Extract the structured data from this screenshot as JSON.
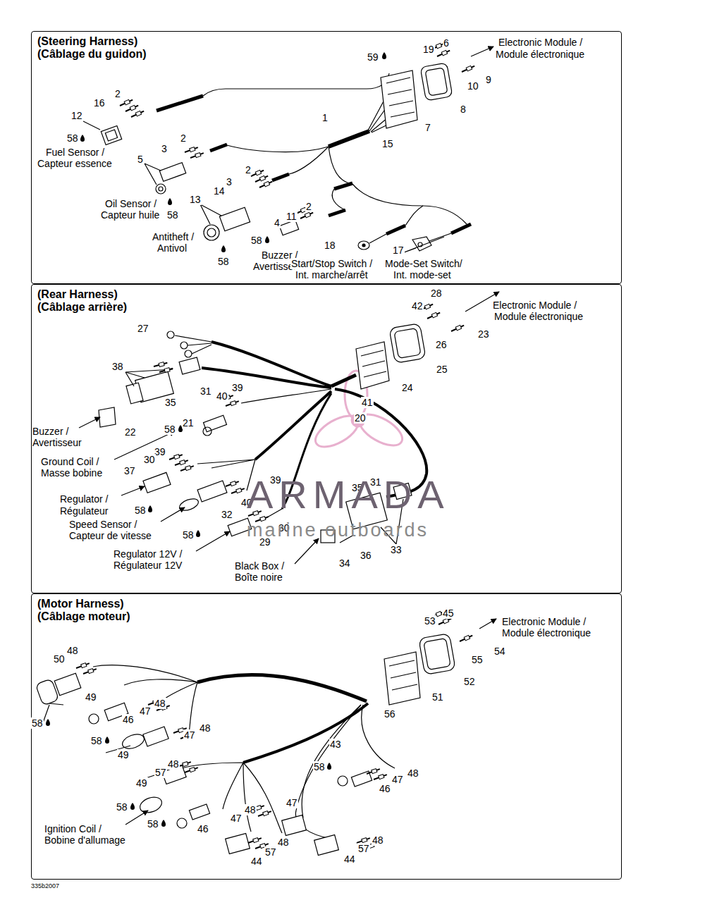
{
  "diagram": {
    "nodes": [
      {
        "text": [
          "(Steering Harness)",
          "(Câblage du guidon)"
        ]
      },
      {
        "text": [
          "(Rear Harness)",
          "(Câblage arrière)"
        ]
      },
      {
        "text": [
          "(Motor Harness)",
          "(Câblage moteur)"
        ]
      }
    ],
    "labels": [
      "Electronic Module /",
      "Module électronique",
      "6",
      "19",
      "59",
      "9",
      "10",
      "8",
      "7",
      "1",
      "15",
      "2",
      "16",
      "12",
      "58",
      "Fuel Sensor /",
      "Capteur essence",
      "2",
      "3",
      "5",
      "Oil Sensor /",
      "Capteur huile",
      "58",
      "2",
      "3",
      "14",
      "13",
      "11",
      "2",
      "4",
      "58",
      "Antitheft /",
      "Antivol",
      "58",
      "Buzzer /",
      "Avertisseur",
      "18",
      "17",
      "Start/Stop Switch /",
      "Int. marche/arrêt",
      "Mode-Set Switch/",
      "Int. mode-set",
      "28",
      "42",
      "Electronic Module /",
      "Module électronique",
      "27",
      "26",
      "23",
      "25",
      "24",
      "38",
      "31",
      "35",
      "40",
      "39",
      "41",
      "20",
      "22",
      "21",
      "58",
      "Buzzer /",
      "Avertisseur",
      "Ground Coil /",
      "Masse bobine",
      "39",
      "30",
      "37",
      "39",
      "40",
      "32",
      "Regulator /",
      "Régulateur",
      "58",
      "Speed Sensor /",
      "Capteur de vitesse",
      "58",
      "30",
      "29",
      "Regulator 12V /",
      "Régulateur 12V",
      "35",
      "31",
      "33",
      "36",
      "34",
      "Black Box /",
      "Boîte noire",
      "ARMADA",
      "marine outboards",
      "45",
      "53",
      "Electronic Module /",
      "Module électronique",
      "54",
      "55",
      "52",
      "51",
      "56",
      "48",
      "50",
      "49",
      "48",
      "47",
      "46",
      "58",
      "48",
      "47",
      "58",
      "49",
      "43",
      "58",
      "48",
      "47",
      "46",
      "48",
      "57",
      "49",
      "47",
      "48",
      "58",
      "47",
      "46",
      "58",
      "48",
      "57",
      "Ignition Coil /",
      "Bobine d'allumage",
      "48",
      "57",
      "44",
      "44",
      "335b2007"
    ]
  }
}
